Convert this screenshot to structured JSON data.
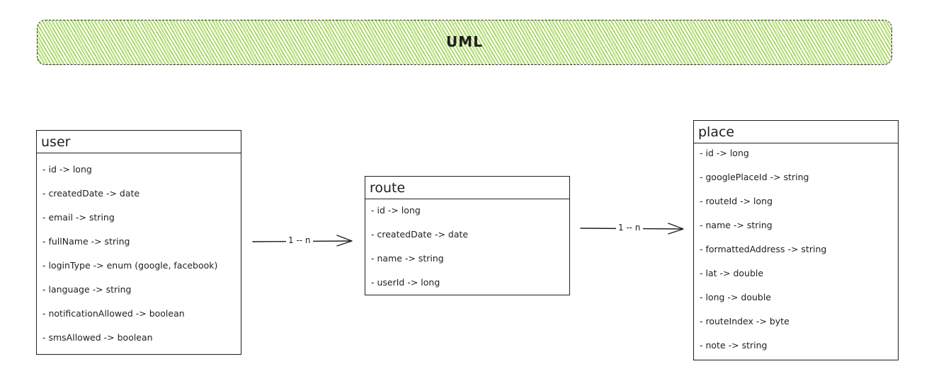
{
  "banner": {
    "title": "UML",
    "fill_color": "#82c91e"
  },
  "classes": {
    "user": {
      "name": "user",
      "attributes": [
        "- id -> long",
        "- createdDate -> date",
        "- email -> string",
        "- fullName -> string",
        "- loginType -> enum (google, facebook)",
        "- language -> string",
        "- notificationAllowed -> boolean",
        "- smsAllowed -> boolean"
      ]
    },
    "route": {
      "name": "route",
      "attributes": [
        "- id -> long",
        "- createdDate -> date",
        "- name -> string",
        "- userId -> long"
      ]
    },
    "place": {
      "name": "place",
      "attributes": [
        "- id -> long",
        "- googlePlaceId -> string",
        "- routeId -> long",
        "- name -> string",
        "- formattedAddress -> string",
        "- lat -> double",
        "- long -> double",
        "- routeIndex -> byte",
        "- note -> string"
      ]
    }
  },
  "relations": {
    "user_route": "1 -- n",
    "route_place": "1 -- n"
  }
}
